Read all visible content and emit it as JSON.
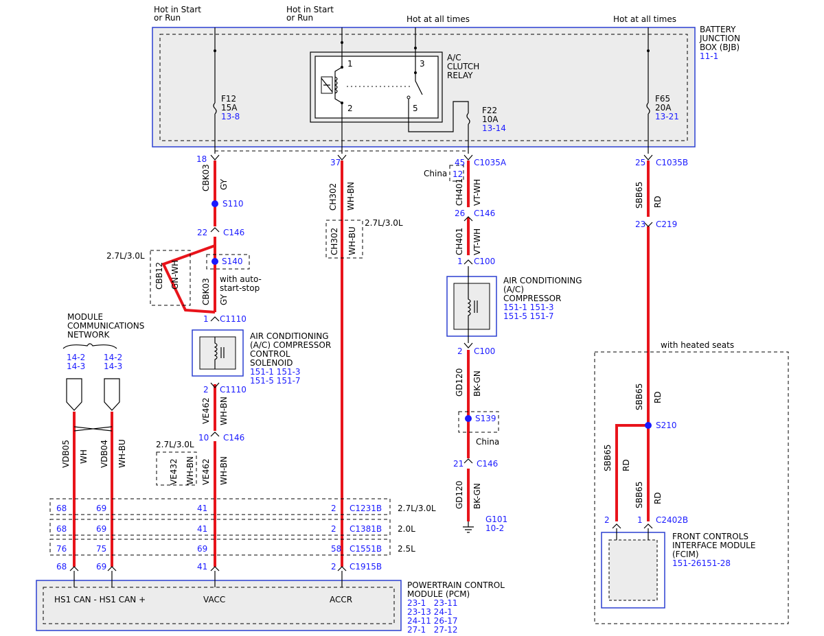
{
  "top_labels": {
    "hot_start_run_1": [
      "Hot in Start",
      "or Run"
    ],
    "hot_start_run_2": [
      "Hot in Start",
      "or Run"
    ],
    "hot_all_times_1": "Hot at all times",
    "hot_all_times_2": "Hot at all times"
  },
  "bjb": {
    "name": [
      "BATTERY",
      "JUNCTION",
      "BOX (BJB)"
    ],
    "ref": "11-1",
    "relay": [
      "A/C",
      "CLUTCH",
      "RELAY"
    ],
    "relay_pins": [
      "1",
      "2",
      "3",
      "5"
    ],
    "f12": [
      "F12",
      "15A"
    ],
    "f12_ref": "13-8",
    "f22": [
      "F22",
      "10A"
    ],
    "f22_ref": "13-14",
    "f65": [
      "F65",
      "20A"
    ],
    "f65_ref": "13-21"
  },
  "connectors": {
    "p18": "18",
    "p37": "37",
    "p45": "45",
    "c1035a": "C1035A",
    "p25": "25",
    "c1035b": "C1035B",
    "china1": "China",
    "p12": "12",
    "p22": "22",
    "c146a": "C146",
    "p26": "26",
    "c146b": "C146",
    "p23": "23",
    "c219": "C219",
    "p1a": "1",
    "c100a": "C100",
    "p1b": "1",
    "c1110a": "C1110",
    "p2a": "2",
    "c1110b": "C1110",
    "p2b": "2",
    "c100b": "C100",
    "p10": "10",
    "c146c": "C146",
    "p21": "21",
    "c146d": "C146",
    "s110": "S110",
    "s140": "S140",
    "s139": "S139",
    "s210": "S210",
    "china2": "China",
    "g101": "G101",
    "g101_ref": "10-2",
    "p2c": "2",
    "p1c": "1",
    "c2402b": "C2402B"
  },
  "wires": {
    "cbk03_a": "CBK03",
    "gy_a": "GY",
    "ch302": "CH302",
    "whbn_a": "WH-BN",
    "ch401_a": "CH401",
    "vtwh_a": "VT-WH",
    "ch401_b": "CH401",
    "vtwh_b": "VT-WH",
    "sbb65_a": "SBB65",
    "rd_a": "RD",
    "cbb12": "CBB12",
    "gnwh": "GN-WH",
    "cbk03_b": "CBK03",
    "gy_b": "GY",
    "ch302_opt": "CH302",
    "whbu_opt": "WH-BU",
    "gd120_a": "GD120",
    "bkgn_a": "BK-GN",
    "gd120_b": "GD120",
    "bkgn_b": "BK-GN",
    "sbb65_b": "SBB65",
    "rd_b": "RD",
    "sbb65_c": "SBB65",
    "rd_c": "RD",
    "sbb65_d": "SBB65",
    "rd_d": "RD",
    "ve462_a": "VE462",
    "whbn_b": "WH-BN",
    "ve462_b": "VE462",
    "whbn_c": "WH-BN",
    "ve432": "VE432",
    "whbn_opt": "WH-BN",
    "vdb05": "VDB05",
    "wh": "WH",
    "vdb04": "VDB04",
    "whbu": "WH-BU"
  },
  "notes": {
    "opt_2730_a": "2.7L/3.0L",
    "opt_2730_b": "2.7L/3.0L",
    "opt_2730_c": "2.7L/3.0L",
    "auto_start_stop": [
      "with auto-",
      "start-stop"
    ],
    "heated_seats": "with heated seats"
  },
  "modules": {
    "mcn": [
      "MODULE",
      "COMMUNICATIONS",
      "NETWORK"
    ],
    "mcn_refs_a": [
      "14-2",
      "14-3"
    ],
    "mcn_refs_b": [
      "14-2",
      "14-3"
    ],
    "solenoid": [
      "AIR CONDITIONING",
      "(A/C) COMPRESSOR",
      "CONTROL",
      "SOLENOID"
    ],
    "solenoid_refs": [
      "151-1 151-3",
      "151-5 151-7"
    ],
    "compressor": [
      "AIR CONDITIONING",
      "(A/C)",
      "COMPRESSOR"
    ],
    "compressor_refs": [
      "151-1 151-3",
      "151-5 151-7"
    ],
    "fcim": [
      "FRONT CONTROLS",
      "INTERFACE MODULE",
      "(FCIM)"
    ],
    "fcim_refs": "151-26151-28",
    "pcm": [
      "POWERTRAIN CONTROL",
      "MODULE (PCM)"
    ],
    "pcm_refs": [
      "23-1   23-11",
      "23-13 24-1",
      "24-11 26-17",
      "27-1   27-12"
    ],
    "pcm_pins": [
      "HS1 CAN - HS1 CAN +",
      "VACC",
      "ACCR"
    ]
  },
  "pcm_connector_table": {
    "rows": [
      {
        "pins": [
          "68",
          "69",
          "41",
          "2"
        ],
        "connector": "C1231B",
        "variant": "2.7L/3.0L"
      },
      {
        "pins": [
          "68",
          "69",
          "41",
          "2"
        ],
        "connector": "C1381B",
        "variant": "2.0L"
      },
      {
        "pins": [
          "76",
          "75",
          "69",
          "58"
        ],
        "connector": "C1551B",
        "variant": "2.5L"
      },
      {
        "pins": [
          "68",
          "69",
          "41",
          "2"
        ],
        "connector": "C1915B",
        "variant": ""
      }
    ]
  },
  "colors": {
    "wire": "#e8141b",
    "reference": "#1a1aff",
    "module_border": "#2a3fd1"
  }
}
